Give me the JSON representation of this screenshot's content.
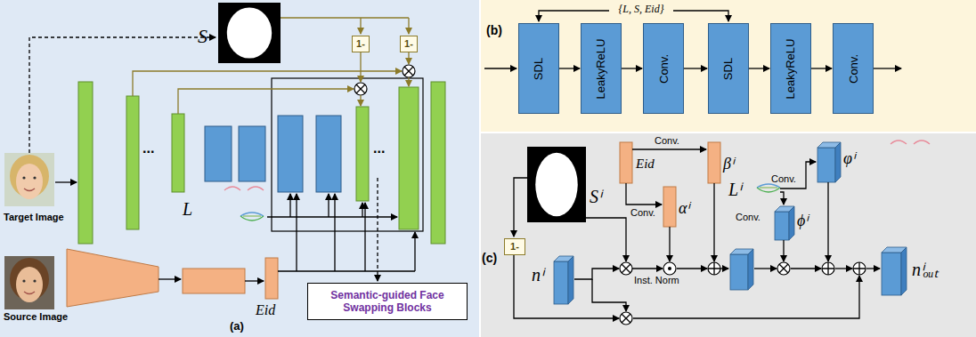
{
  "diagram": {
    "nodes": [
      {
        "text": [
          "1-"
        ]
      },
      {
        "text": [
          "1-"
        ]
      },
      {
        "text": [
          "Semantic-guided Face Swapping Blocks"
        ]
      },
      {
        "text": [
          "SDL"
        ]
      },
      {
        "text": [
          "LeakyReLU"
        ]
      },
      {
        "text": [
          "Conv."
        ]
      },
      {
        "text": [
          "SDL"
        ]
      },
      {
        "text": [
          "LeakyReLU"
        ]
      },
      {
        "text": [
          "Conv."
        ]
      },
      {
        "text": [
          "1-"
        ]
      }
    ],
    "edges": [
      {
        "from": 3,
        "to": 4,
        "arrow": "to"
      },
      {
        "from": 4,
        "to": 5,
        "arrow": "to"
      },
      {
        "from": 5,
        "to": 6,
        "arrow": "to"
      },
      {
        "from": 6,
        "to": 7,
        "arrow": "to"
      },
      {
        "from": 7,
        "to": 8,
        "arrow": "to"
      }
    ],
    "labels": [
      "S",
      "Target Image",
      "Source Image",
      "...",
      "...",
      "L",
      "Eid",
      "(a)",
      "(b)",
      "{L, S, Eid}",
      "(c)",
      "Sⁱ",
      "Eid",
      "Conv.",
      "Conv.",
      "αⁱ",
      "βⁱ",
      "Lⁱ",
      "Conv.",
      "Conv.",
      "ϕⁱ",
      "φⁱ",
      "Inst. Norm",
      "nⁱ",
      "nⁱₒᵤₜ"
    ]
  }
}
